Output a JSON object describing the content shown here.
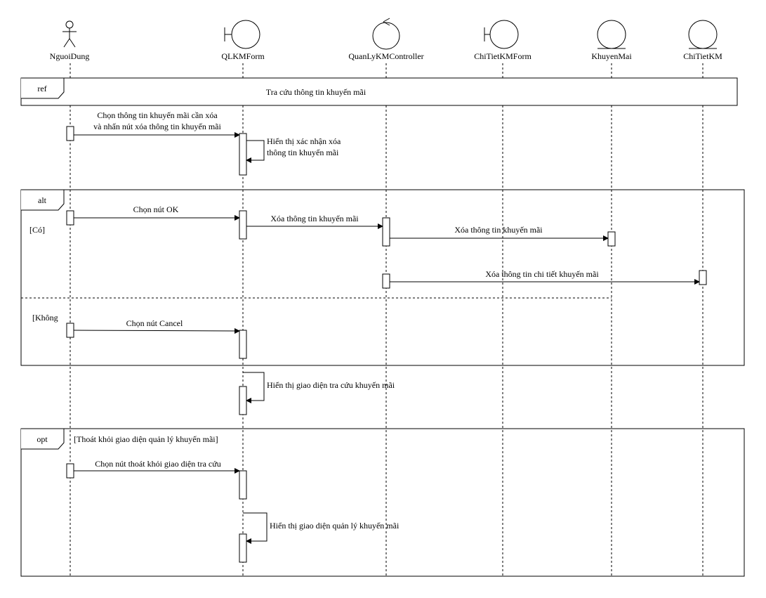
{
  "participants": [
    {
      "id": "nguoidung",
      "name": "NguoiDung",
      "kind": "actor"
    },
    {
      "id": "qlkmform",
      "name": "QLKMForm",
      "kind": "boundary"
    },
    {
      "id": "controller",
      "name": "QuanLyKMController",
      "kind": "control"
    },
    {
      "id": "chitietkmform",
      "name": "ChiTietKMForm",
      "kind": "boundary"
    },
    {
      "id": "khuyenmai",
      "name": "KhuyenMai",
      "kind": "entity"
    },
    {
      "id": "chitietkm",
      "name": "ChiTietKM",
      "kind": "entity"
    }
  ],
  "frames": {
    "ref": {
      "tag": "ref",
      "text": "Tra cứu thông tin khuyến mãi"
    },
    "alt": {
      "tag": "alt",
      "guard1": "[Có]",
      "guard2": "[Không"
    },
    "opt": {
      "tag": "opt",
      "guard": "[Thoát khỏi giao diện quản lý khuyến mãi]"
    }
  },
  "messages": {
    "m1_line1": "Chọn thông tin khuyến mãi cần xóa",
    "m1_line2": "và nhấn nút xóa thông tin khuyến mãi",
    "m2_line1": "Hiển thị xác nhận xóa",
    "m2_line2": "thông tin khuyến mãi",
    "m3": "Chọn nút OK",
    "m4": "Xóa thông tin khuyến mãi",
    "m5": "Xóa thông tin khuyến mãi",
    "m6": "Xóa thông tin chi tiết khuyến mãi",
    "m7": "Chọn nút  Cancel",
    "m8": "Hiển thị giao diện tra cứu khuyến mãi",
    "m9": "Chọn nút thoát khỏi giao diện tra cứu",
    "m10": "Hiển thị giao diện quản lý khuyến mãi"
  }
}
